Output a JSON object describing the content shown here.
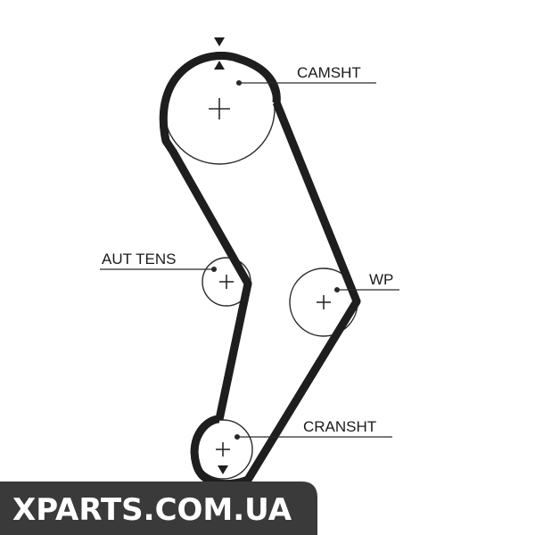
{
  "labels": {
    "camshaft": "CAMSHT",
    "tensioner": "AUT TENS",
    "water_pump": "WP",
    "crankshaft": "CRANSHT"
  },
  "watermark": {
    "text": "XPARTS.COM.UA",
    "background": "#3a3a3a",
    "color": "#ffffff"
  },
  "colors": {
    "belt": "#1e1e1e",
    "lines": "#2a2a2a"
  }
}
